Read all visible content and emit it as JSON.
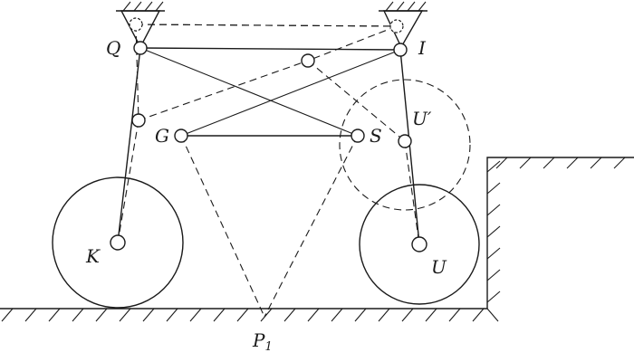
{
  "labels": {
    "Q": "Q",
    "I": "I",
    "G": "G",
    "S": "S",
    "U_prime": "U′",
    "K": "K",
    "U": "U",
    "P": "P",
    "P_sub": "1"
  }
}
